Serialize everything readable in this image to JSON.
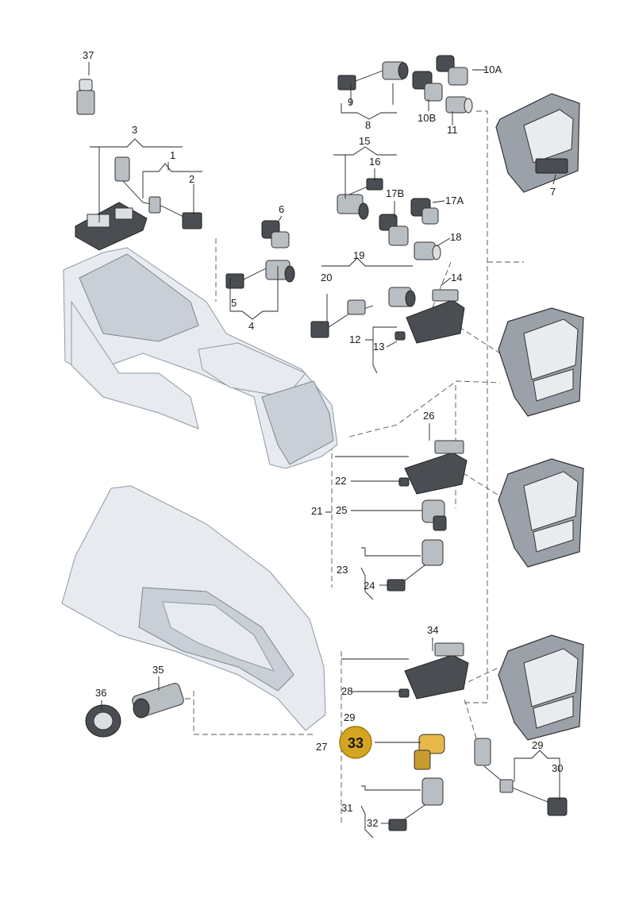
{
  "callouts": {
    "c37": "37",
    "c3": "3",
    "c1": "1",
    "c2": "2",
    "c9": "9",
    "c8": "8",
    "c10A": "10A",
    "c10B": "10B",
    "c11": "11",
    "c7": "7",
    "c15": "15",
    "c16": "16",
    "c17B": "17B",
    "c17A": "17A",
    "c18": "18",
    "c6": "6",
    "c5": "5",
    "c4": "4",
    "c19": "19",
    "c20": "20",
    "c14": "14",
    "c12": "12",
    "c13": "13",
    "c26": "26",
    "c22": "22",
    "c21": "21",
    "c25": "25",
    "c23": "23",
    "c24": "24",
    "c34": "34",
    "c28": "28",
    "c29a": "29",
    "c27": "27",
    "c31": "31",
    "c32": "32",
    "c29b": "29",
    "c30": "30",
    "c35": "35",
    "c36": "36"
  },
  "highlight": {
    "label": "33",
    "color": "#d4a520"
  }
}
